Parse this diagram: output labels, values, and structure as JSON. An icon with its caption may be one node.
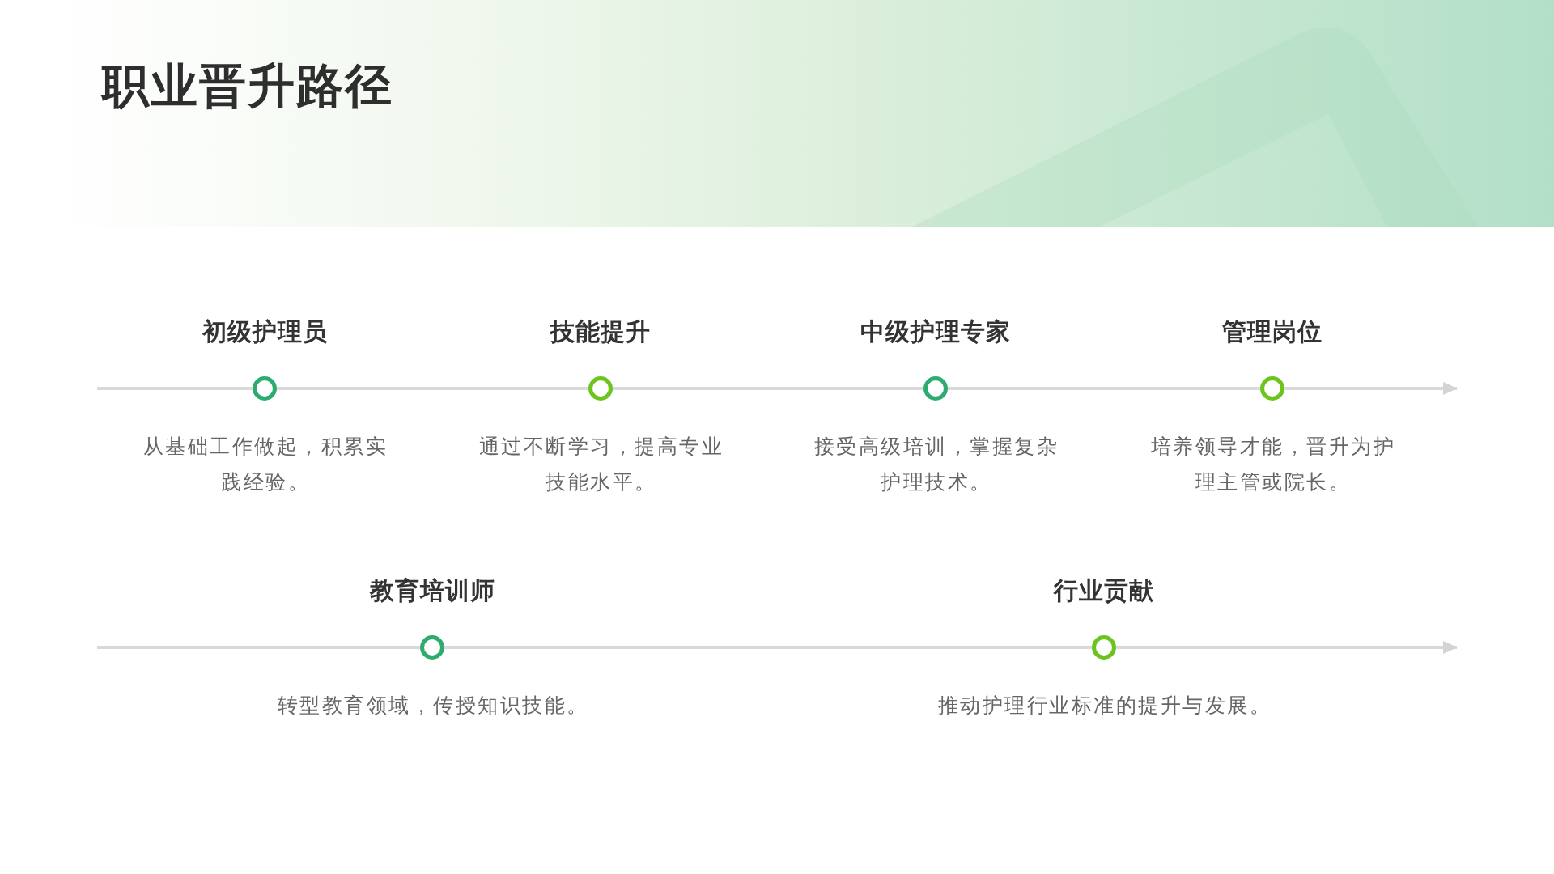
{
  "diagram": {
    "title": "职业晋升路径",
    "nodes": [
      {
        "text": [],
        "shape": "circle",
        "beside": [
          "初级护理员",
          "从基础工作做起，积累实践经验。"
        ]
      },
      {
        "text": [],
        "shape": "circle",
        "beside": [
          "技能提升",
          "通过不断学习，提高专业技能水平。"
        ]
      },
      {
        "text": [],
        "shape": "circle",
        "beside": [
          "中级护理专家",
          "接受高级培训，掌握复杂护理技术。"
        ]
      },
      {
        "text": [],
        "shape": "circle",
        "beside": [
          "管理岗位",
          "培养领导才能，晋升为护理主管或院长。"
        ]
      },
      {
        "text": [],
        "shape": "circle",
        "beside": [
          "教育培训师",
          "转型教育领域，传授知识技能。"
        ]
      },
      {
        "text": [],
        "shape": "circle",
        "beside": [
          "行业贡献",
          "推动护理行业标准的提升与发展。"
        ]
      }
    ],
    "edges": [
      {
        "from": null,
        "to": 0,
        "arrow": "none"
      },
      {
        "from": 0,
        "to": 1,
        "arrow": "none"
      },
      {
        "from": 1,
        "to": 2,
        "arrow": "none"
      },
      {
        "from": 2,
        "to": 3,
        "arrow": "none"
      },
      {
        "from": 3,
        "to": null,
        "arrow": "to"
      },
      {
        "from": null,
        "to": 4,
        "arrow": "none"
      },
      {
        "from": 4,
        "to": 5,
        "arrow": "none"
      },
      {
        "from": 5,
        "to": null,
        "arrow": "to"
      }
    ]
  }
}
